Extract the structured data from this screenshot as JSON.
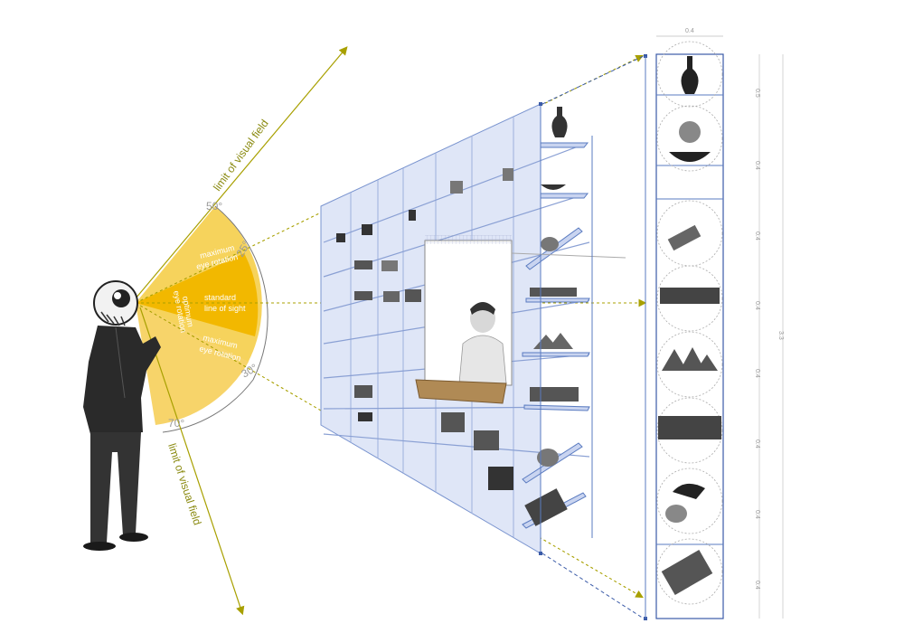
{
  "labels": {
    "upper_limit": "limit of visual field",
    "lower_limit": "limit of visual field",
    "max_rotation_top_1": "maximum",
    "max_rotation_top_2": "eye rotation",
    "standard_1": "standard",
    "standard_2": "line of sight",
    "optimum_1": "optimum",
    "optimum_2": "eye rotation",
    "max_rotation_bottom_1": "maximum",
    "max_rotation_bottom_2": "eye rotation"
  },
  "angles": {
    "a50": "50°",
    "a25": "25°",
    "a30": "30°",
    "a70": "70°"
  },
  "dimensions": {
    "width": "0.4",
    "heights": [
      "0.5",
      "0.4",
      "0.4",
      "0.4",
      "0.4",
      "0.4",
      "0.4",
      "0.4"
    ],
    "total": "3.3"
  },
  "colors": {
    "fan_light": "#f6d35c",
    "fan_dark": "#f2b800",
    "sight": "#a8a000",
    "shelf": "#dfe6f7",
    "frame": "#5a7bc0"
  }
}
